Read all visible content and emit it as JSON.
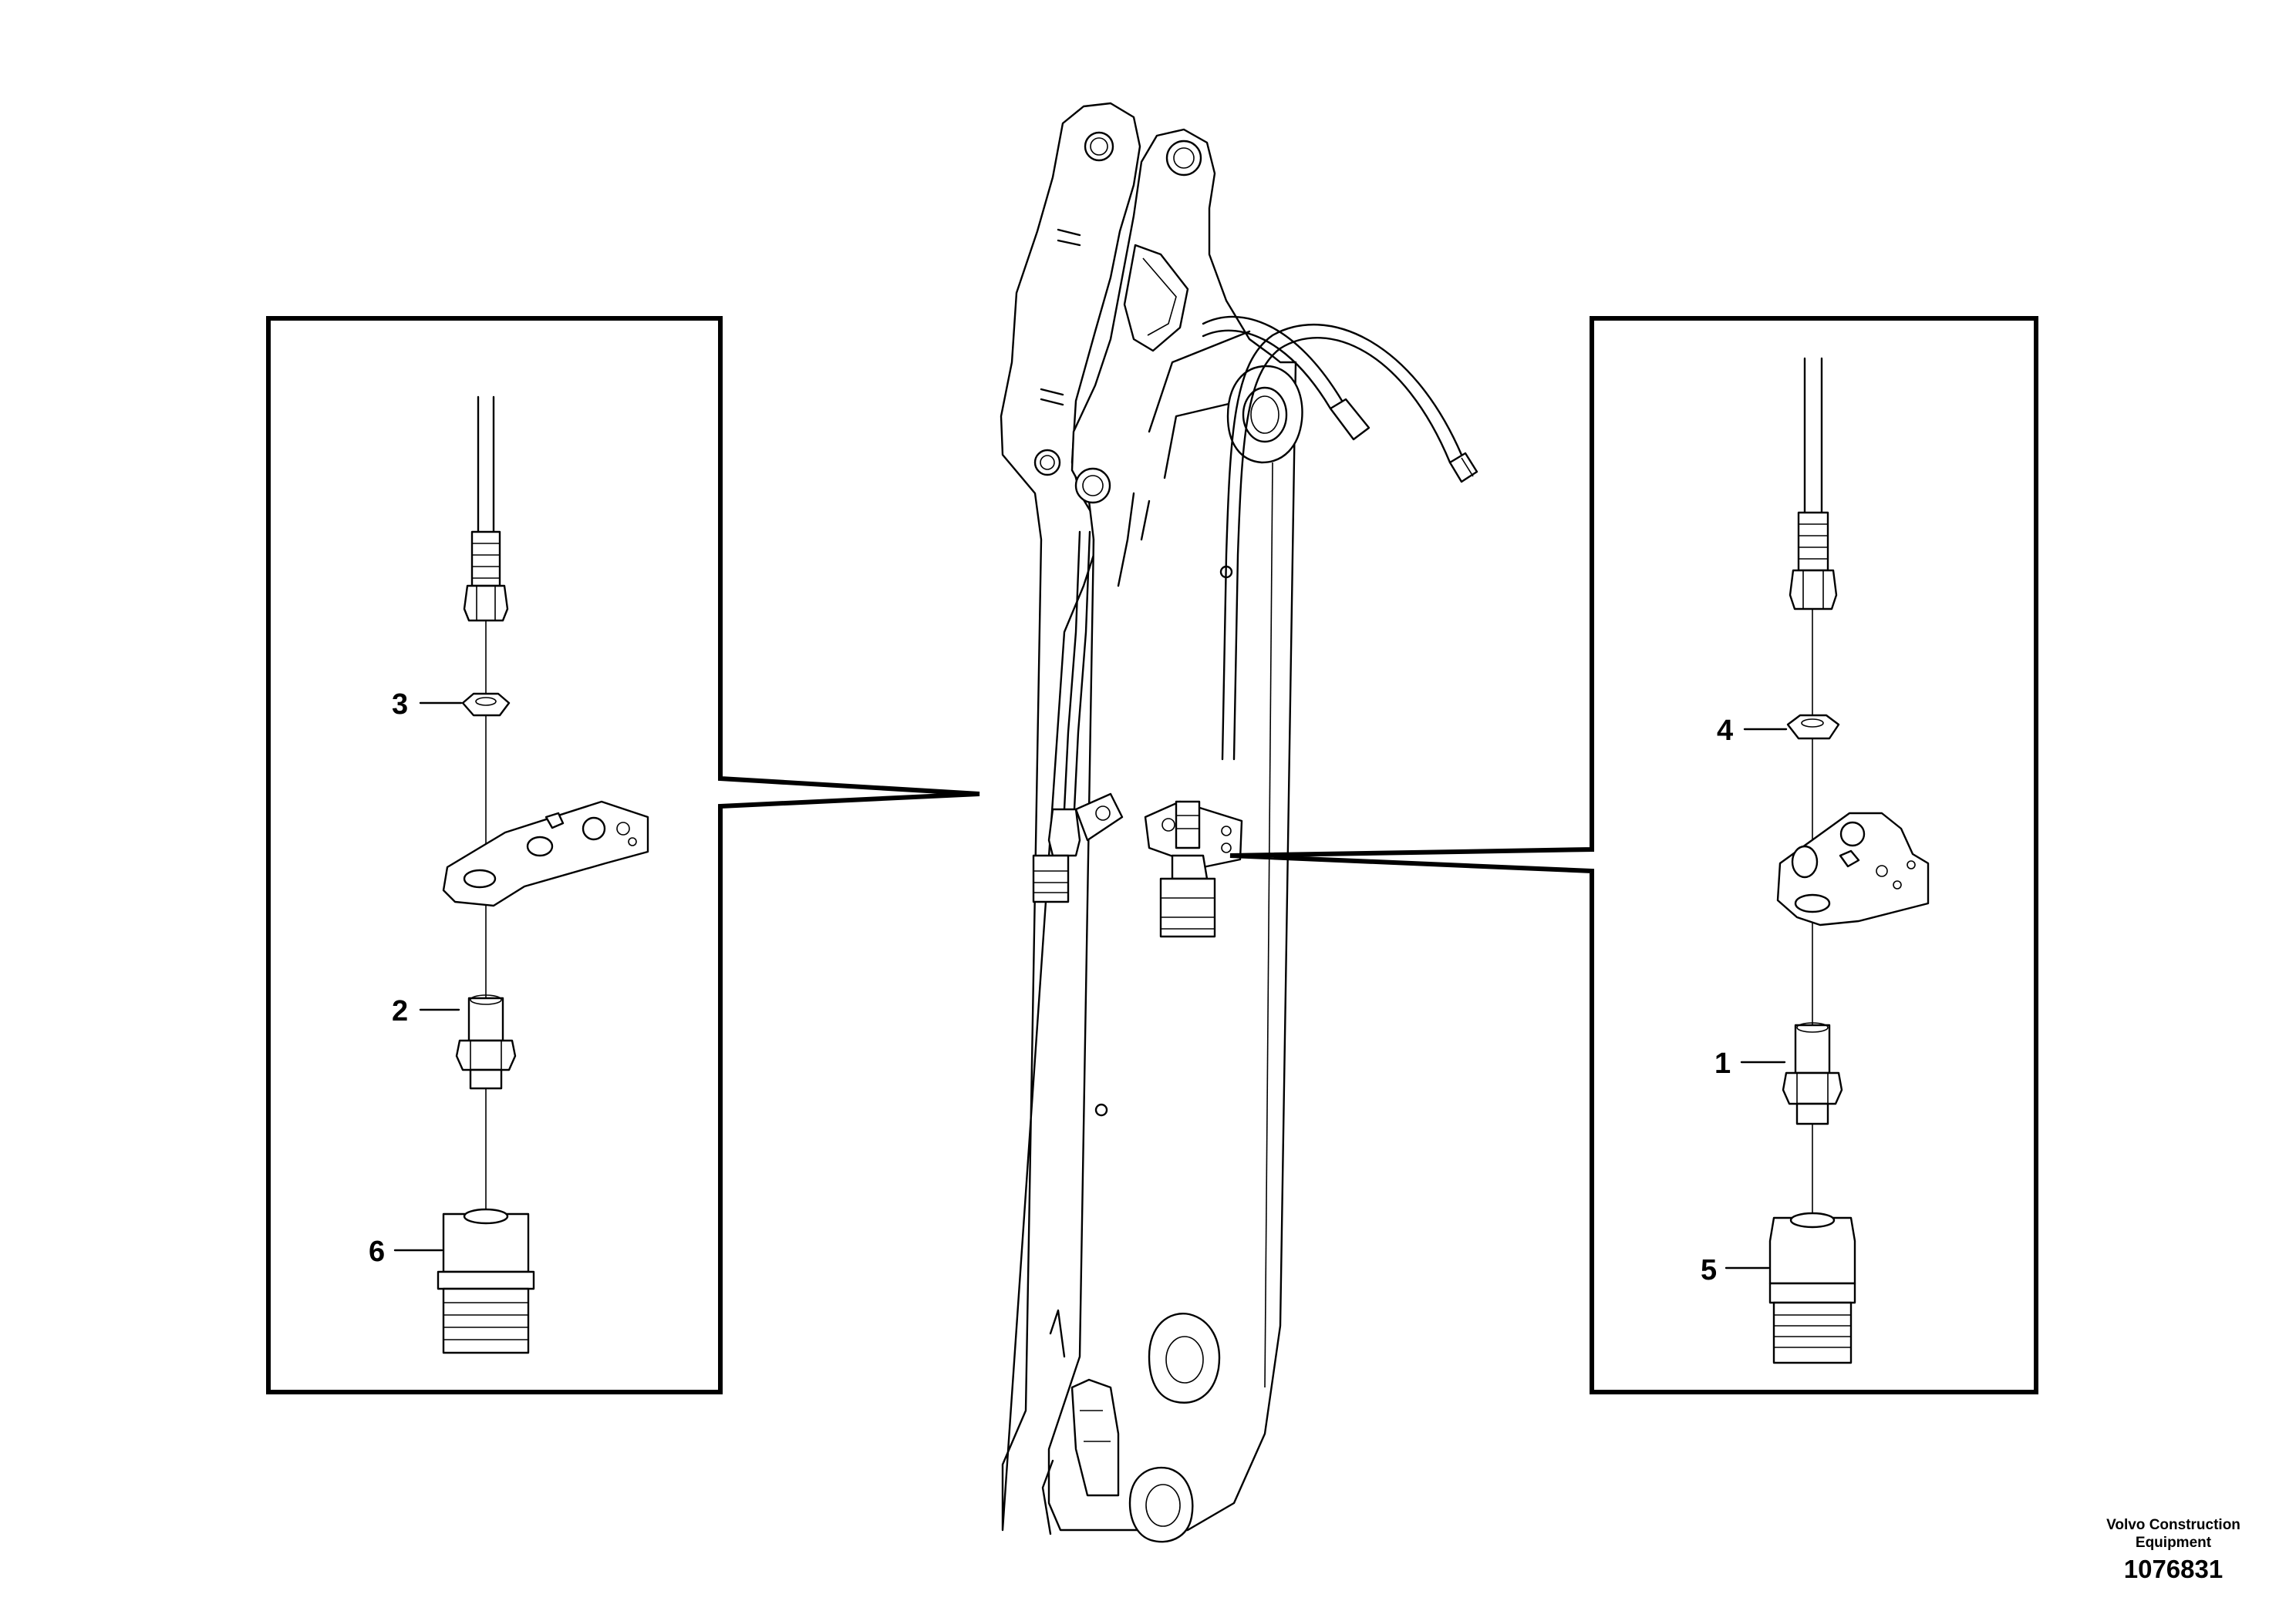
{
  "callouts": {
    "c1": "1",
    "c2": "2",
    "c3": "3",
    "c4": "4",
    "c5": "5",
    "c6": "6"
  },
  "footer": {
    "company_line1": "Volvo Construction",
    "company_line2": "Equipment",
    "doc_number": "1076831"
  }
}
